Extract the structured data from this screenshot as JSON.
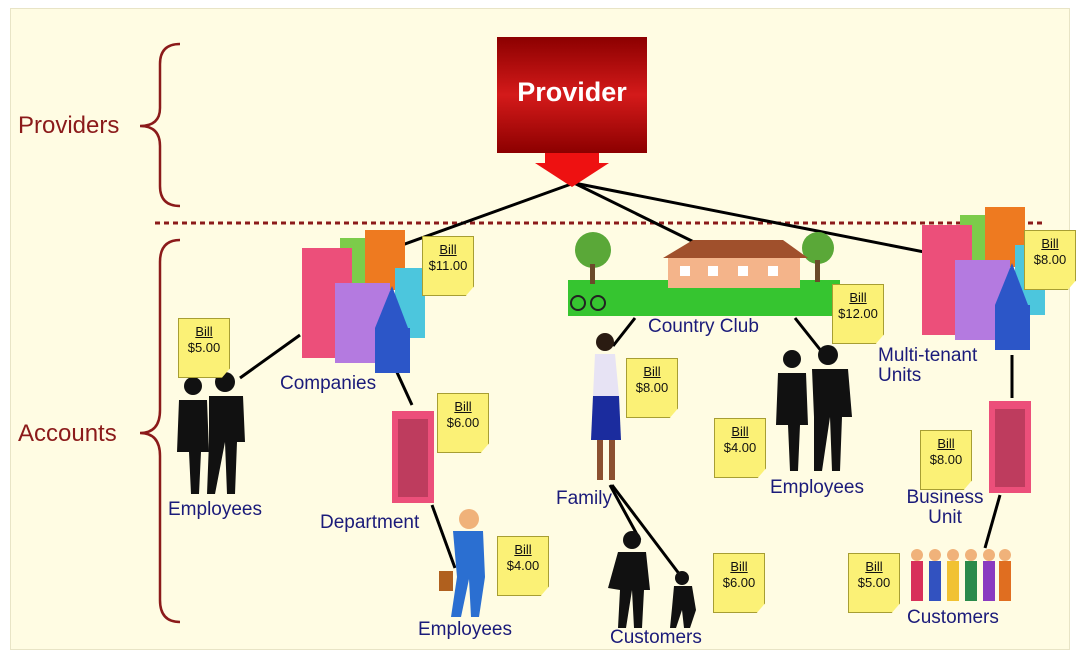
{
  "provider": {
    "label": "Provider"
  },
  "groups": {
    "providers": "Providers",
    "accounts": "Accounts"
  },
  "nodes": {
    "companies": "Companies",
    "country_club": "Country Club",
    "multi_tenant": "Multi-tenant Units",
    "employees_companies": "Employees",
    "department": "Department",
    "employees_department": "Employees",
    "family": "Family",
    "customers_family": "Customers",
    "employees_club": "Employees",
    "business_unit": "Business Unit",
    "customers_business": "Customers"
  },
  "bills": {
    "title": "Bill",
    "companies": "$11.00",
    "employees_companies": "$5.00",
    "department": "$6.00",
    "employees_department": "$4.00",
    "country_club": "$12.00",
    "family": "$8.00",
    "customers_family": "$6.00",
    "employees_club": "$4.00",
    "multi_tenant": "$8.00",
    "business_unit": "$8.00",
    "customers_business": "$5.00"
  },
  "colors": {
    "divider": "#8b1a1a",
    "brace": "#8b1a1a",
    "label_text": "#1b1b7a",
    "provider": "#b50d0d",
    "bill": "#fbf176"
  }
}
